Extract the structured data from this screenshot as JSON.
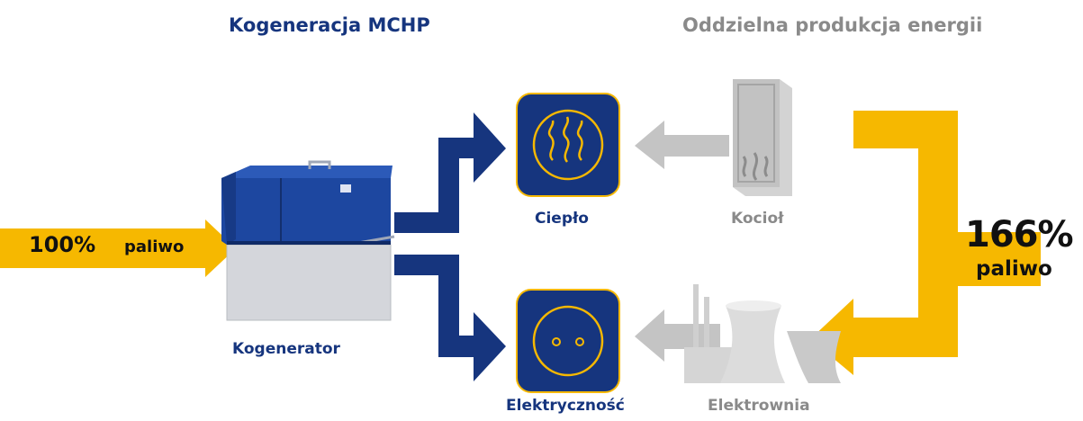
{
  "titles": {
    "left": "Kogeneracja MCHP",
    "right": "Oddzielna produkcja energii"
  },
  "input_fuel": {
    "percent": "100%",
    "label": "paliwo"
  },
  "kogenerator": {
    "label": "Kogenerator"
  },
  "outputs": {
    "heat": "Ciepło",
    "electricity": "Elektryczność"
  },
  "separate": {
    "boiler": "Kocioł",
    "power_plant": "Elektrownia",
    "fuel_percent": "166%",
    "fuel_label": "paliwo"
  },
  "colors": {
    "navy": "#16357e",
    "gold": "#f6b800",
    "grey_arrow": "#c4c4c4",
    "grey_text": "#8a8a8a"
  },
  "icons": {
    "heat": "heat-waves-icon",
    "electricity": "power-socket-icon"
  }
}
